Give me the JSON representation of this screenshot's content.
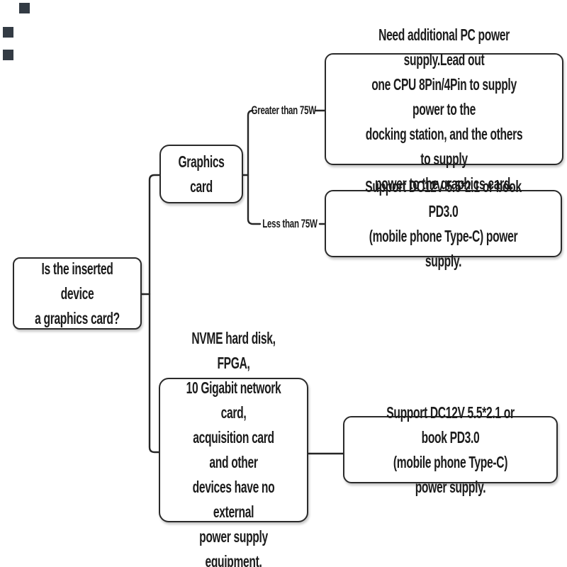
{
  "flowchart": {
    "root": {
      "label": "Is the inserted device\na graphics card?"
    },
    "decision": {
      "label": "Graphics card"
    },
    "branches": {
      "greater_label": "Greater than 75W",
      "less_label": "Less than 75W"
    },
    "outcomes": {
      "greater": {
        "label": "Need additional PC power supply.Lead out\none CPU 8Pin/4Pin to supply power to the\ndocking station, and the others to supply\npower to the graphics card."
      },
      "less": {
        "label": "Support DC12V 5.5*2.1 or book PD3.0\n(mobile phone Type-C) power supply."
      },
      "other_devices": {
        "label": "NVME hard disk, FPGA,\n10 Gigabit network card,\nacquisition card and other\ndevices have no external\npower supply equipment."
      },
      "other_power": {
        "label": "Support DC12V 5.5*2.1 or book PD3.0\n(mobile phone Type-C) power supply."
      }
    },
    "colors": {
      "line": "#262626",
      "border": "#2a2a2a",
      "text": "#1c1c1c",
      "background": "#ffffff",
      "corner_mark": "#333b44"
    }
  }
}
